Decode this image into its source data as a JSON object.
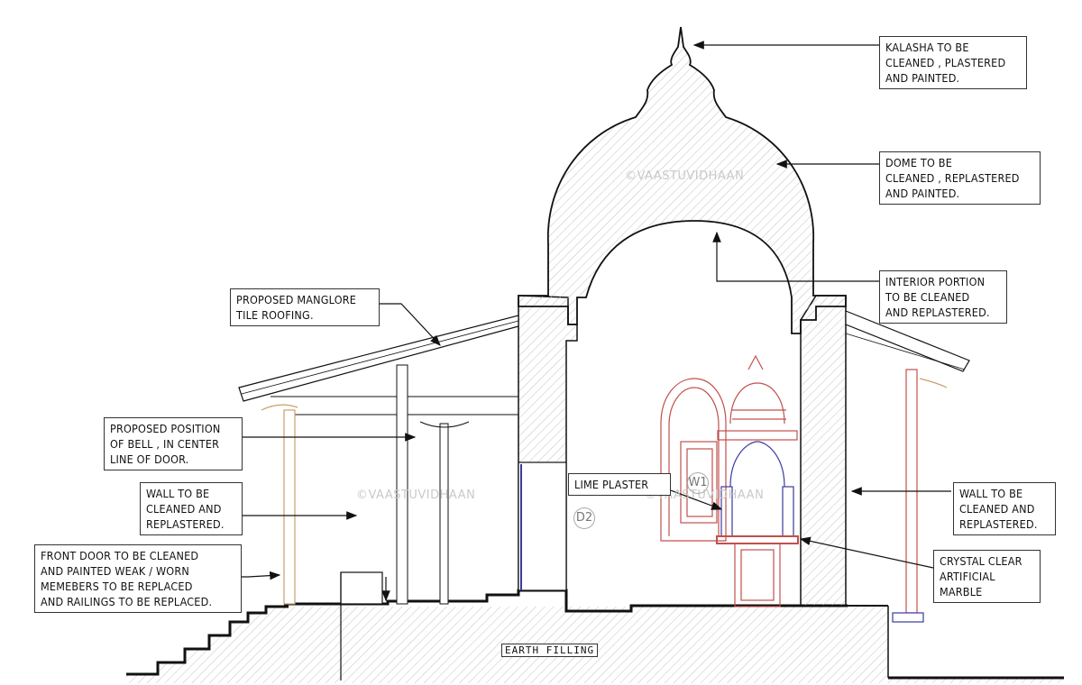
{
  "labels": {
    "kalasha": "KALASHA TO BE\nCLEANED , PLASTERED\nAND PAINTED.",
    "dome": "DOME TO BE\nCLEANED , REPLASTERED\nAND PAINTED.",
    "interior": "INTERIOR PORTION\nTO BE CLEANED\nAND REPLASTERED.",
    "roofing": "PROPOSED MANGLORE\nTILE ROOFING.",
    "bell": "PROPOSED POSITION\nOF BELL , IN CENTER\nLINE OF DOOR.",
    "wall_left": "WALL TO BE\nCLEANED AND\nREPLASTERED.",
    "front_door": "FRONT DOOR TO BE CLEANED\nAND PAINTED WEAK / WORN\nMEMEBERS TO BE REPLACED\nAND RAILINGS TO BE REPLACED.",
    "lime_plaster": "LIME PLASTER",
    "wall_right": "WALL TO BE\nCLEANED AND\nREPLASTERED.",
    "marble": "CRYSTAL CLEAR\nARTIFICIAL\nMARBLE",
    "earth": "EARTH FILLING"
  },
  "marks": {
    "d2": "D2",
    "w1": "W1"
  },
  "watermarks": {
    "top": "©VAASTUVIDHAAN",
    "left": "©VAASTUVIDHAAN",
    "right": "©VAASTUVIDHAAN"
  },
  "colors": {
    "line": "#111111",
    "hatch": "#bbbbbb",
    "shrine": "#c0504d",
    "blue": "#3a3aa0",
    "timber": "#c9a06a"
  }
}
